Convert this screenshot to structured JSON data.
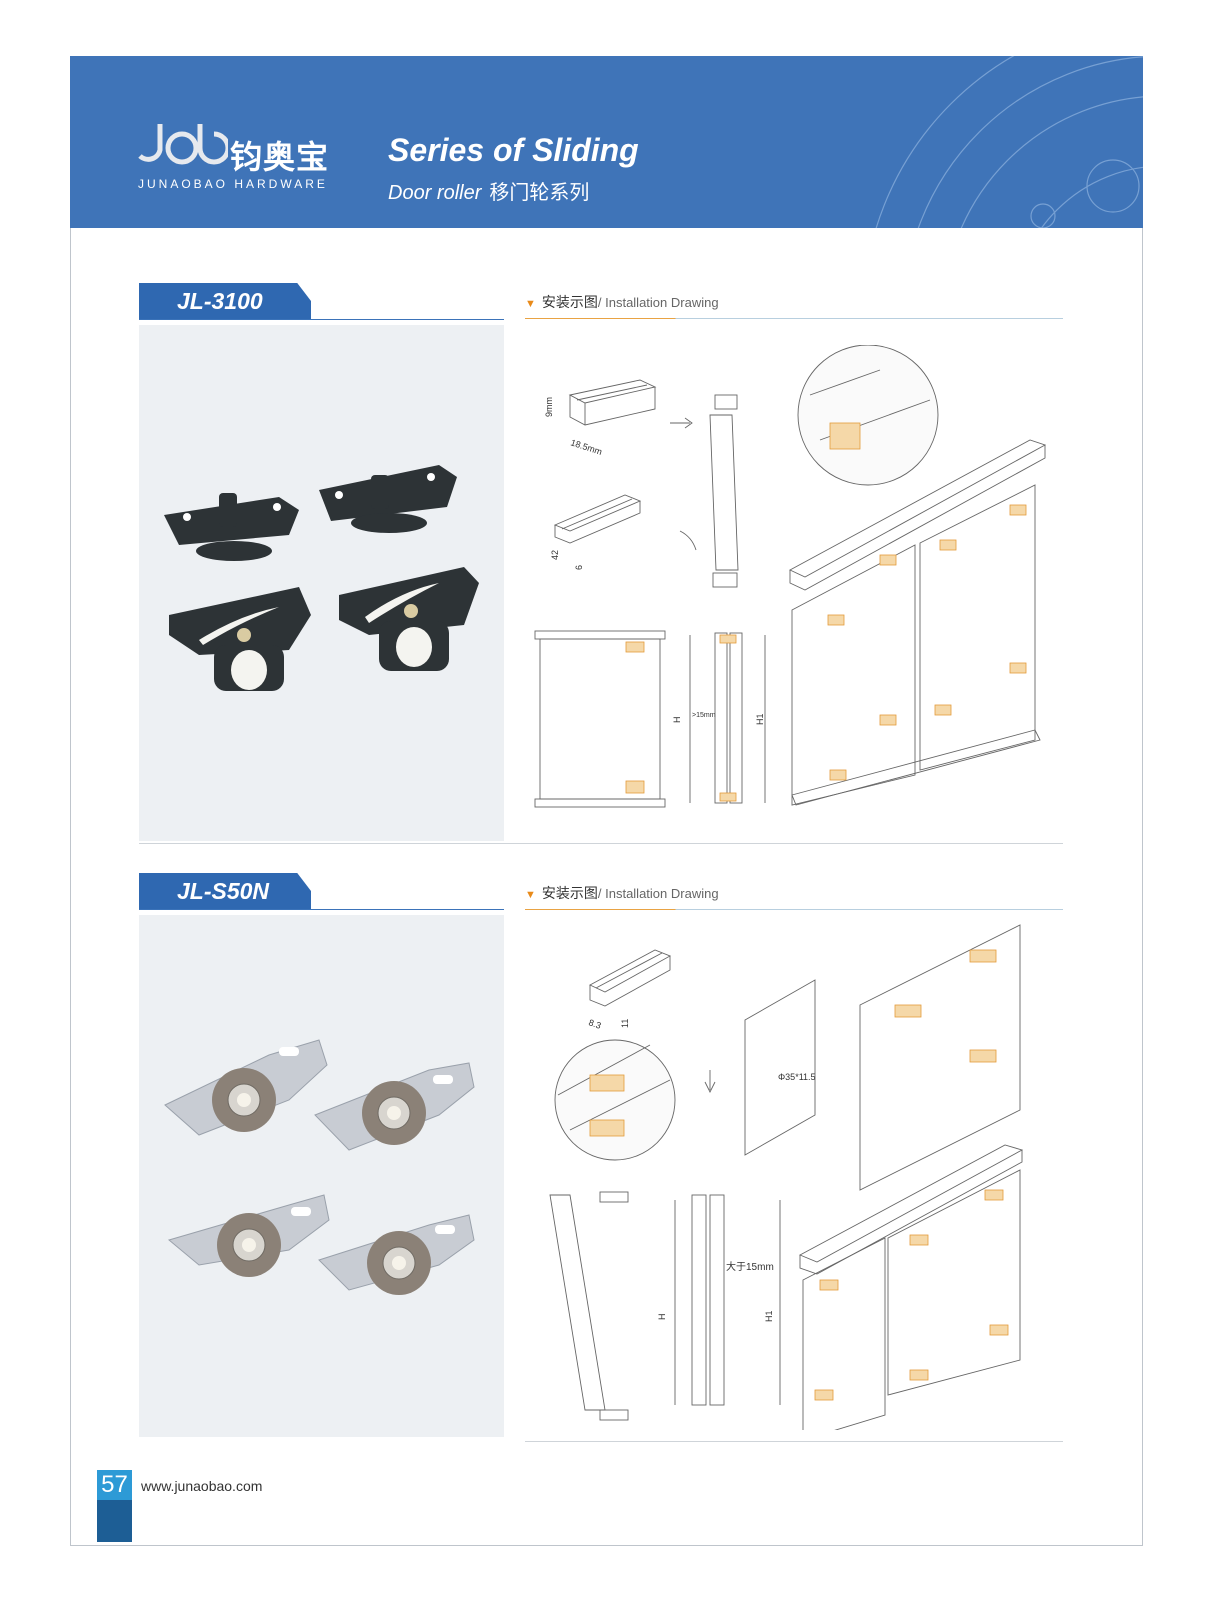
{
  "header": {
    "brand_cn": "钧奥宝",
    "brand_en": "JUNAOBAO HARDWARE",
    "series_title": "Series of Sliding",
    "series_sub_en": "Door roller",
    "series_sub_cn": "移门轮系列",
    "bg_color": "#3f74b8"
  },
  "products": [
    {
      "model": "JL-3100",
      "drawing_title_cn": "安装示图",
      "drawing_title_en": "/ Installation Drawing",
      "dims": {
        "d1": "9mm",
        "d2": "18.5mm",
        "d3": "42",
        "d4": "6",
        "h": "H",
        "h1": "H1",
        "gap": ">15mm"
      }
    },
    {
      "model": "JL-S50N",
      "drawing_title_cn": "安装示图",
      "drawing_title_en": "/ Installation Drawing",
      "dims": {
        "d1": "8.3",
        "d2": "11",
        "hole": "Φ35*11.5",
        "gap": "大于15mm",
        "h": "H",
        "h1": "H1"
      }
    }
  ],
  "footer": {
    "page_number": "57",
    "website": "www.junaobao.com"
  }
}
